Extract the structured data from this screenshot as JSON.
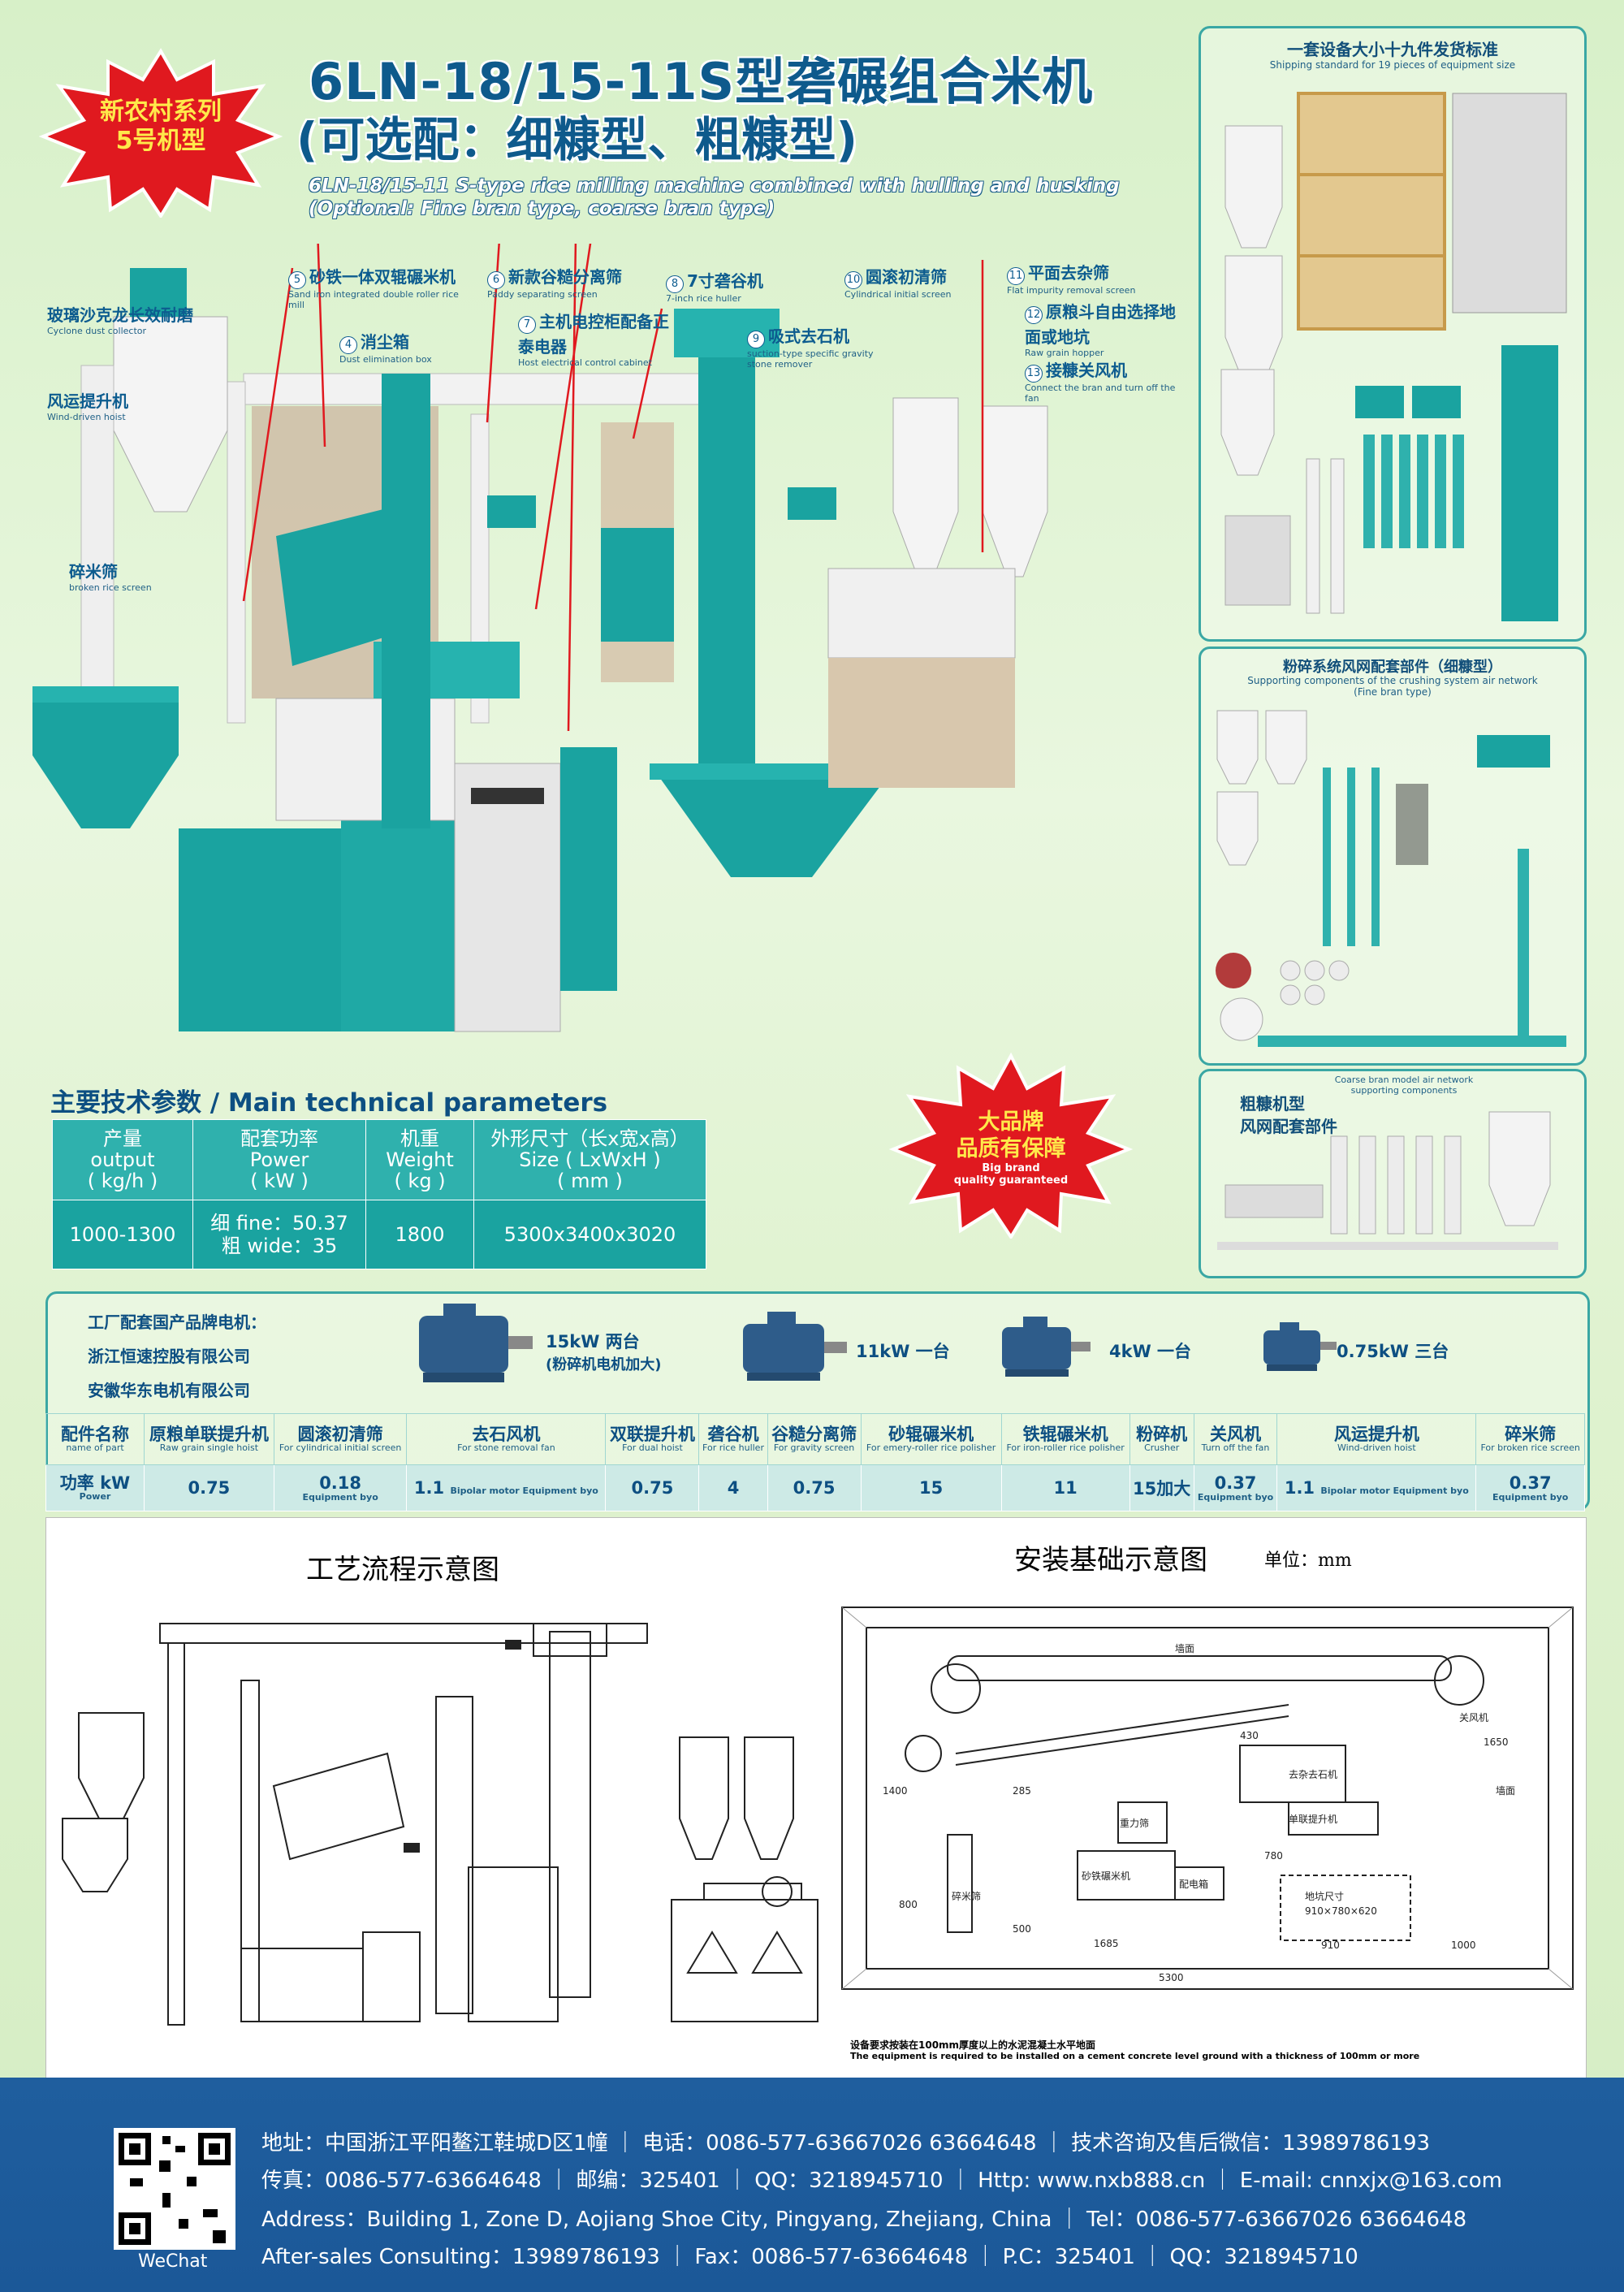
{
  "badge": {
    "line1": "新农村系列",
    "line2": "5号机型"
  },
  "title": {
    "line1": "6LN-18/15-11S型砻碾组合米机",
    "line2": "(可选配：细糠型、粗糠型)",
    "en1": "6LN-18/15-11 S-type rice milling machine combined with hulling and husking",
    "en2": "(Optional: Fine bran type, coarse bran type)"
  },
  "labels": [
    {
      "num": "",
      "zh": "玻璃沙克龙长效耐磨",
      "en": "Cyclone dust collector"
    },
    {
      "num": "",
      "zh": "风运提升机",
      "en": "Wind-driven hoist"
    },
    {
      "num": "",
      "zh": "碎米筛",
      "en": "broken rice screen"
    },
    {
      "num": "4",
      "zh": "消尘箱",
      "en": "Dust elimination box"
    },
    {
      "num": "5",
      "zh": "砂铁一体双辊碾米机",
      "en": "Sand iron integrated double roller rice mill"
    },
    {
      "num": "6",
      "zh": "新款谷糙分离筛",
      "en": "Paddy separating screen"
    },
    {
      "num": "7",
      "zh": "主机电控柜配备正泰电器",
      "en": "Host electrical control cabinet"
    },
    {
      "num": "8",
      "zh": "7寸砻谷机",
      "en": "7-inch rice huller"
    },
    {
      "num": "9",
      "zh": "吸式去石机",
      "en": "suction-type specific gravity stone remover"
    },
    {
      "num": "10",
      "zh": "圆滚初清筛",
      "en": "Cylindrical initial screen"
    },
    {
      "num": "11",
      "zh": "平面去杂筛",
      "en": "Flat impurity removal screen"
    },
    {
      "num": "12",
      "zh": "原粮斗自由选择地面或地坑",
      "en": "Raw grain hopper"
    },
    {
      "num": "13",
      "zh": "接糠关风机",
      "en": "Connect the bran and turn off the fan"
    }
  ],
  "panels": {
    "shipping": {
      "zh": "一套设备大小十九件发货标准",
      "en": "Shipping standard for 19 pieces of equipment size"
    },
    "crushing": {
      "zh": "粉碎系统风网配套部件（细糠型）",
      "en": "Supporting components of the crushing system air network",
      "en2": "(Fine bran type)"
    },
    "coarse": {
      "zh1": "粗糠机型",
      "zh2": "风网配套部件",
      "en": "Coarse bran model air network supporting components"
    }
  },
  "params": {
    "heading": "主要技术参数 / Main technical parameters",
    "headers": [
      {
        "zh": "产量",
        "en": "output",
        "unit": "( kg/h )"
      },
      {
        "zh": "配套功率",
        "en": "Power",
        "unit": "( kW )"
      },
      {
        "zh": "机重",
        "en": "Weight",
        "unit": "( kg )"
      },
      {
        "zh": "外形尺寸（长x宽x高）",
        "en": "Size ( LxWxH )",
        "unit": "( mm )"
      }
    ],
    "values": {
      "output": "1000-1300",
      "power1": "细 fine：50.37",
      "power2": "粗 wide：35",
      "weight": "1800",
      "size": "5300x3400x3020"
    }
  },
  "brand": {
    "zh1": "大品牌",
    "zh2": "品质有保障",
    "en1": "Big brand",
    "en2": "quality guaranteed"
  },
  "motors": {
    "title": "工厂配套国产品牌电机：",
    "co1": "浙江恒速控股有限公司",
    "co2": "安徽华东电机有限公司",
    "m1a": "15kW 两台",
    "m1b": "(粉碎机电机加大)",
    "m2": "11kW 一台",
    "m3": "4kW 一台",
    "m4": "0.75kW 三台"
  },
  "parts": {
    "rowhead": {
      "zh": "配件名称",
      "en": "name of part"
    },
    "powhead": {
      "zh": "功率 kW",
      "en": "Power"
    },
    "items": [
      {
        "zh": "原粮单联提升机",
        "en": "Raw grain single hoist",
        "p": "0.75",
        "pe": ""
      },
      {
        "zh": "圆滚初清筛",
        "en": "For cylindrical initial screen",
        "p": "0.18",
        "pe": "Equipment byo"
      },
      {
        "zh": "去石风机",
        "en": "For stone removal fan",
        "p": "1.1",
        "pe": "Bipolar motor Equipment byo"
      },
      {
        "zh": "双联提升机",
        "en": "For dual hoist",
        "p": "0.75",
        "pe": ""
      },
      {
        "zh": "砻谷机",
        "en": "For rice huller",
        "p": "4",
        "pe": ""
      },
      {
        "zh": "谷糙分离筛",
        "en": "For gravity screen",
        "p": "0.75",
        "pe": ""
      },
      {
        "zh": "砂辊碾米机",
        "en": "For emery-roller rice polisher",
        "p": "15",
        "pe": ""
      },
      {
        "zh": "铁辊碾米机",
        "en": "For iron-roller rice polisher",
        "p": "11",
        "pe": ""
      },
      {
        "zh": "粉碎机",
        "en": "Crusher",
        "p": "15加大",
        "pe": ""
      },
      {
        "zh": "关风机",
        "en": "Turn off the fan",
        "p": "0.37",
        "pe": "Equipment byo"
      },
      {
        "zh": "风运提升机",
        "en": "Wind-driven hoist",
        "p": "1.1",
        "pe": "Bipolar motor Equipment byo"
      },
      {
        "zh": "碎米筛",
        "en": "For broken rice screen",
        "p": "0.37",
        "pe": "Equipment byo"
      }
    ]
  },
  "drawing": {
    "flow_title": "工艺流程示意图",
    "found_title": "安装基础示意图",
    "unit": "单位：mm",
    "note_zh": "设备要求按装在100mm厚度以上的水泥混凝土水平地面",
    "note_en": "The equipment is required to be installed on a cement concrete level ground with a thickness of 100mm or more",
    "dims": [
      "5300",
      "1685",
      "910",
      "1000",
      "800",
      "1400",
      "285",
      "500",
      "1650",
      "780",
      "430",
      "910×780×620",
      "墙面",
      "关风机",
      "去杂去石机",
      "单联提升机",
      "重力筛",
      "砂铁碾米机",
      "配电箱",
      "碎米筛",
      "地坑尺寸"
    ]
  },
  "footer": {
    "l1": "地址：中国浙江平阳鳌江鞋城D区1幢  ｜  电话：0086-577-63667026  63664648  ｜  技术咨询及售后微信：13989786193",
    "l2": "传真：0086-577-63664648  ｜  邮编：325401  ｜  QQ：3218945710  ｜  Http: www.nxb888.cn  ｜  E-mail: cnnxjx@163.com",
    "l3": "Address：Building 1, Zone D, Aojiang Shoe City, Pingyang, Zhejiang, China   ｜   Tel：0086-577-63667026  63664648",
    "l4": "After-sales Consulting：13989786193   ｜   Fax：0086-577-63664648   ｜   P.C：325401   ｜   QQ：3218945710",
    "wechat": "WeChat"
  },
  "colors": {
    "teal": "#1aa3a0",
    "navy": "#0d4f82",
    "green_bg": "#d7f0c8",
    "red_badge": "#e0191f",
    "yellow": "#ffe94a"
  }
}
